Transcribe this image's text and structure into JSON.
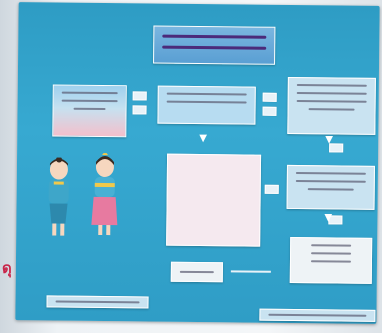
{
  "page": {
    "side_caption": "ดุ"
  },
  "colors": {
    "board": "#37a9d1",
    "box_light": "#c9e3f1",
    "pink_box": "#f3c0cc",
    "title_text": "#4b2a7a",
    "caption": "#c8264a"
  },
  "icons": {
    "left_figure": "boy-in-traditional-thai-costume",
    "right_figure": "girl-in-traditional-thai-costume"
  }
}
